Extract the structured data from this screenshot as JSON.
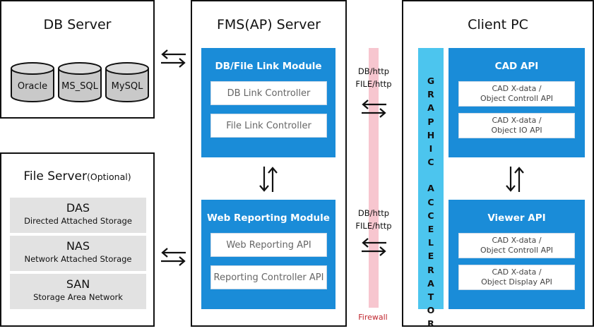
{
  "db_server": {
    "title": "DB Server",
    "databases": [
      "Oracle",
      "MS_SQL",
      "MySQL"
    ]
  },
  "file_server": {
    "title": "File Server",
    "title_suffix": "(Optional)",
    "storages": [
      {
        "name": "DAS",
        "desc": "Directed Attached Storage"
      },
      {
        "name": "NAS",
        "desc": "Network Attached Storage"
      },
      {
        "name": "SAN",
        "desc": "Storage Area Network"
      }
    ]
  },
  "fms_server": {
    "title": "FMS(AP) Server",
    "db_file_module": {
      "title": "DB/File Link Module",
      "items": [
        "DB Link Controller",
        "File Link Controller"
      ]
    },
    "web_reporting_module": {
      "title": "Web Reporting Module",
      "items": [
        "Web Reporting API",
        "Reporting Controller API"
      ]
    }
  },
  "connection": {
    "upper": {
      "line1": "DB/http",
      "line2": "FILE/http"
    },
    "lower": {
      "line1": "DB/http",
      "line2": "FILE/http"
    },
    "firewall_label": "Firewall"
  },
  "client_pc": {
    "title": "Client PC",
    "graphic_accelerator": {
      "word1": [
        "G",
        "R",
        "A",
        "P",
        "H",
        "I",
        "C"
      ],
      "word2": [
        "A",
        "C",
        "C",
        "E",
        "L",
        "E",
        "R",
        "A",
        "T",
        "O",
        "R"
      ]
    },
    "cad_api": {
      "title": "CAD API",
      "items": [
        {
          "line1": "CAD X-data /",
          "line2": "Object Controll API"
        },
        {
          "line1": "CAD X-data /",
          "line2": "Object IO API"
        }
      ]
    },
    "viewer_api": {
      "title": "Viewer API",
      "items": [
        {
          "line1": "CAD X-data /",
          "line2": "Object Controll API"
        },
        {
          "line1": "CAD X-data /",
          "line2": "Object Display API"
        }
      ]
    }
  },
  "colors": {
    "module_blue": "#1a8cd8",
    "accelerator_blue": "#4cc5ee",
    "firewall_pink": "#f7c6cf",
    "firewall_text": "#c0262e",
    "storage_gray": "#e2e2e2"
  }
}
